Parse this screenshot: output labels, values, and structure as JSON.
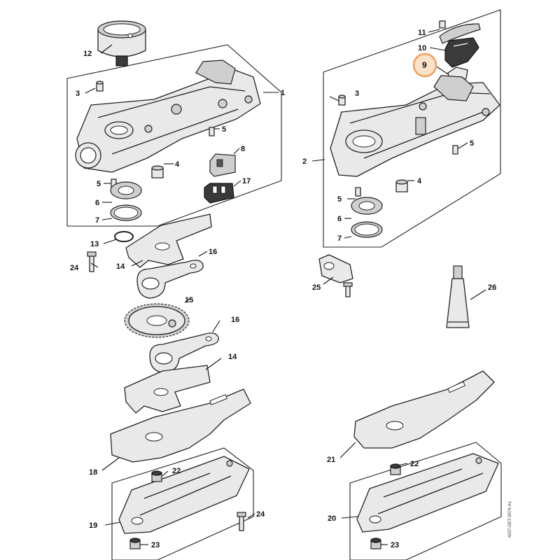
{
  "diagram": {
    "drawing_code": "4237-GET-0074-A1",
    "highlighted_part": "9",
    "callouts": {
      "c1": "1",
      "c2": "2",
      "c3a": "3",
      "c3b": "3",
      "c4a": "4",
      "c4b": "4",
      "c5a": "5",
      "c5b": "5",
      "c5c": "5",
      "c5d": "5",
      "c6a": "6",
      "c6b": "6",
      "c7a": "7",
      "c7b": "7",
      "c8": "8",
      "c9": "9",
      "c10": "10",
      "c11": "11",
      "c12": "12",
      "c13": "13",
      "c14a": "14",
      "c14b": "14",
      "c15": "15",
      "c16a": "16",
      "c16b": "16",
      "c17": "17",
      "c18": "18",
      "c19": "19",
      "c20": "20",
      "c21": "21",
      "c22a": "22",
      "c22b": "22",
      "c23a": "23",
      "c23b": "23",
      "c24a": "24",
      "c24b": "24",
      "c25": "25",
      "c26": "26"
    }
  }
}
